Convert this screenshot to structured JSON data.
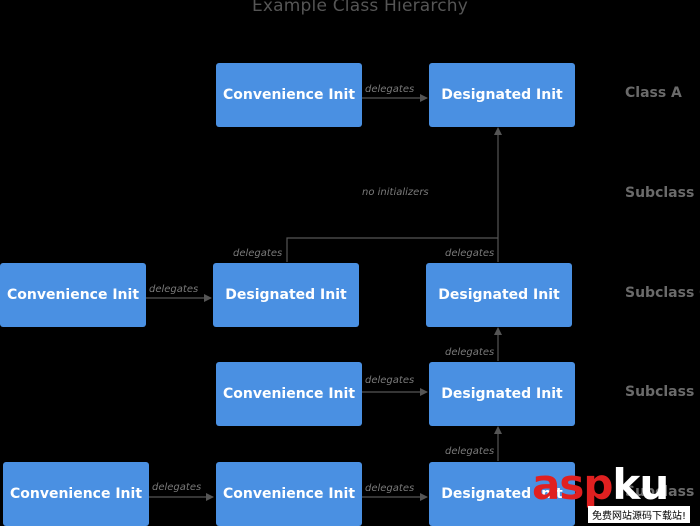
{
  "title": "Example Class Hierarchy",
  "box_color": "#4a90e2",
  "boxes": {
    "a_conv": "Convenience Init",
    "a_des": "Designated Init",
    "c_conv": "Convenience Init",
    "c_des1": "Designated Init",
    "c_des2": "Designated Init",
    "d_conv": "Convenience Init",
    "d_des": "Designated Init",
    "e_conv1": "Convenience Init",
    "e_conv2": "Convenience Init",
    "e_des": "Designated Init"
  },
  "edge_labels": {
    "delegates": "delegates",
    "no_init": "no initializers"
  },
  "classes": {
    "a": "Class A",
    "b": "Subclass B",
    "c": "Subclass C",
    "d": "Subclass D",
    "e": "Subclass E"
  },
  "watermark": {
    "asp": "asp",
    "ku": "ku",
    "site": "免费网站源码下载站!"
  }
}
